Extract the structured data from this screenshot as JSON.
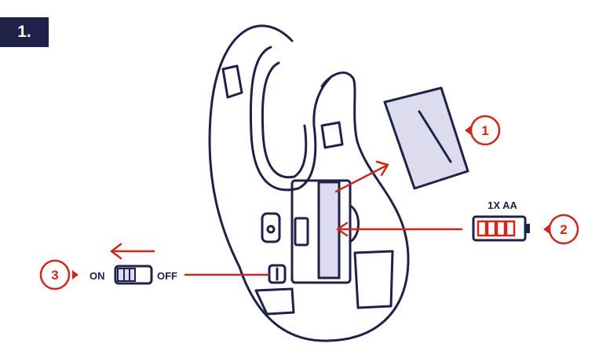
{
  "step": {
    "label": "1."
  },
  "battery": {
    "spec": "1X AA"
  },
  "switch": {
    "on_label": "ON",
    "off_label": "OFF"
  },
  "callouts": [
    {
      "number": "1"
    },
    {
      "number": "2"
    },
    {
      "number": "3"
    }
  ],
  "colors": {
    "outline": "#1f2148",
    "accent": "#d0261e",
    "fill": "#dcdcef",
    "badge": "#1f2148"
  }
}
